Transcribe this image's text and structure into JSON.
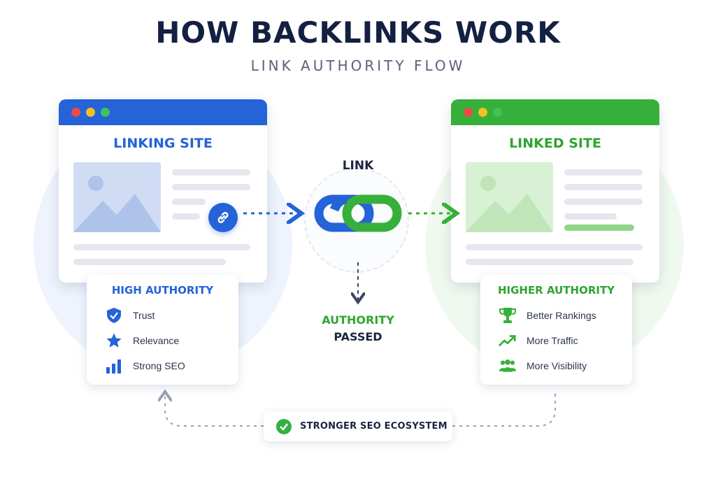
{
  "title": "HOW BACKLINKS WORK",
  "subtitle": "LINK AUTHORITY FLOW",
  "linking_site": {
    "heading": "LINKING SITE",
    "card_title": "HIGH AUTHORITY",
    "items": [
      {
        "label": "Trust",
        "icon": "shield-icon"
      },
      {
        "label": "Relevance",
        "icon": "star-icon"
      },
      {
        "label": "Strong SEO",
        "icon": "bar-chart-icon"
      }
    ]
  },
  "center": {
    "link_label": "LINK",
    "passed_line1": "AUTHORITY",
    "passed_line2": "PASSED"
  },
  "linked_site": {
    "heading": "LINKED SITE",
    "card_title": "HIGHER AUTHORITY",
    "items": [
      {
        "label": "Better Rankings",
        "icon": "trophy-icon"
      },
      {
        "label": "More Traffic",
        "icon": "trending-up-icon"
      },
      {
        "label": "More Visibility",
        "icon": "people-icon"
      }
    ]
  },
  "footer": {
    "label": "STRONGER SEO ECOSYSTEM",
    "icon": "check-circle-icon"
  },
  "colors": {
    "blue": "#2463d8",
    "green": "#36b03a",
    "title": "#142042"
  }
}
